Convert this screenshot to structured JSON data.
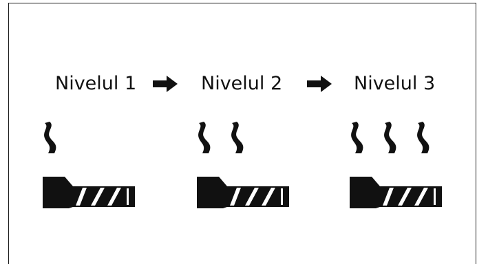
{
  "levels": [
    {
      "label": "Nivelul 1",
      "smoke_count": 1
    },
    {
      "label": "Nivelul 2",
      "smoke_count": 2
    },
    {
      "label": "Nivelul 3",
      "smoke_count": 3
    }
  ],
  "icons": {
    "arrow": "right-arrow-icon",
    "smoke": "smoke-wisp-icon",
    "heater": "heating-element-icon"
  },
  "colors": {
    "ink": "#111111",
    "background": "#ffffff"
  }
}
